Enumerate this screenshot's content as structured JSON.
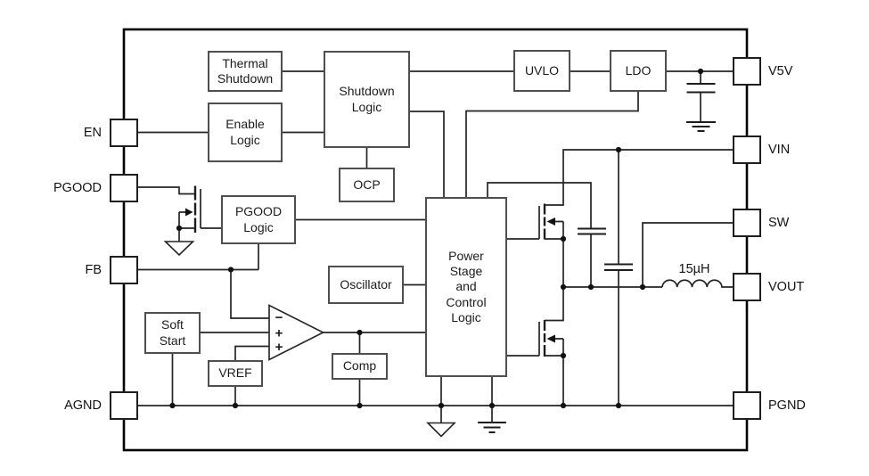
{
  "blocks": {
    "thermal_shutdown": "Thermal\nShutdown",
    "enable_logic": "Enable\nLogic",
    "shutdown_logic": "Shutdown\nLogic",
    "ocp": "OCP",
    "uvlo": "UVLO",
    "ldo": "LDO",
    "pgood_logic": "PGOOD\nLogic",
    "oscillator": "Oscillator",
    "power_stage": "Power\nStage\nand\nControl\nLogic",
    "soft_start": "Soft\nStart",
    "vref": "VREF",
    "comp": "Comp"
  },
  "pins": {
    "en": "EN",
    "pgood": "PGOOD",
    "fb": "FB",
    "agnd": "AGND",
    "v5v": "V5V",
    "vin": "VIN",
    "sw": "SW",
    "vout": "VOUT",
    "pgnd": "PGND"
  },
  "components": {
    "inductor_value": "15µH"
  },
  "opamp": {
    "inverting_sign": "−",
    "noninverting_sign_1": "+",
    "noninverting_sign_2": "+"
  },
  "colors": {
    "background": "#ffffff",
    "wire": "#242424",
    "outline": "#000000",
    "block_border": "#4f4f4f"
  }
}
